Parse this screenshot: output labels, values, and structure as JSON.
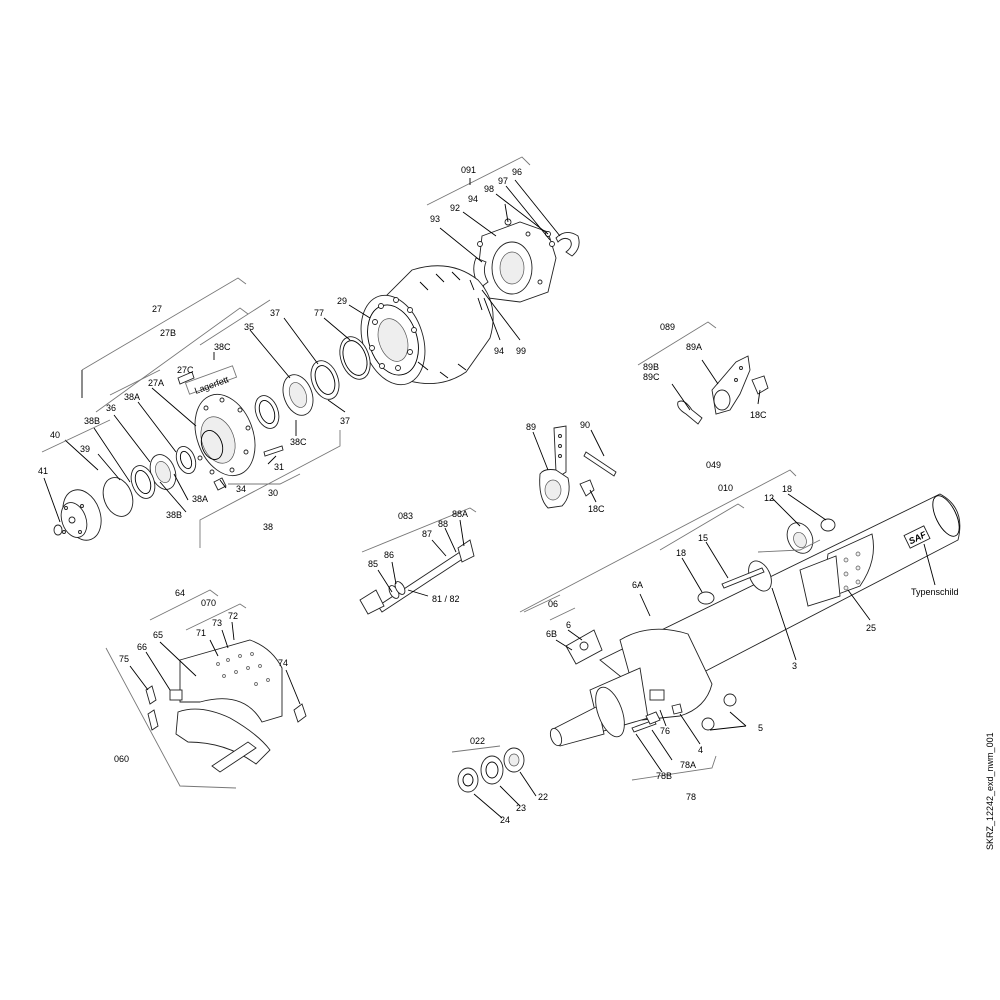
{
  "document_id": "SKRZ_12242_exd_nwm_001",
  "plate_text": "SAF",
  "grease_label": "Lagerfett",
  "nameplate_label": "Typenschild",
  "labels": {
    "091": "091",
    "96": "96",
    "97": "97",
    "98": "98",
    "94a": "94",
    "92": "92",
    "93": "93",
    "94b": "94",
    "99": "99",
    "29": "29",
    "77": "77",
    "37a": "37",
    "37b": "37",
    "35": "35",
    "38C": "38C",
    "38Cb": "38C",
    "27": "27",
    "27B": "27B",
    "27C": "27C",
    "27A": "27A",
    "38A": "38A",
    "38Ab": "38A",
    "36": "36",
    "38B": "38B",
    "38Bb": "38B",
    "40": "40",
    "39": "39",
    "41": "41",
    "31": "31",
    "34": "34",
    "30": "30",
    "38": "38",
    "089": "089",
    "89A": "89A",
    "89B": "89B",
    "89C": "89C",
    "18C": "18C",
    "89": "89",
    "90": "90",
    "18Cb": "18C",
    "049": "049",
    "010": "010",
    "18a": "18",
    "12": "12",
    "15": "15",
    "18b": "18",
    "3": "3",
    "25": "25",
    "083": "083",
    "88A": "88A",
    "88": "88",
    "87": "87",
    "86": "86",
    "85": "85",
    "8182": "81 / 82",
    "64": "64",
    "070": "070",
    "73": "73",
    "72": "72",
    "71": "71",
    "65": "65",
    "66": "66",
    "75": "75",
    "74": "74",
    "060": "060",
    "06": "06",
    "6A": "6A",
    "6": "6",
    "6B": "6B",
    "76": "76",
    "4": "4",
    "5": "5",
    "78A": "78A",
    "78B": "78B",
    "78": "78",
    "022": "022",
    "22": "22",
    "23": "23",
    "24": "24"
  }
}
